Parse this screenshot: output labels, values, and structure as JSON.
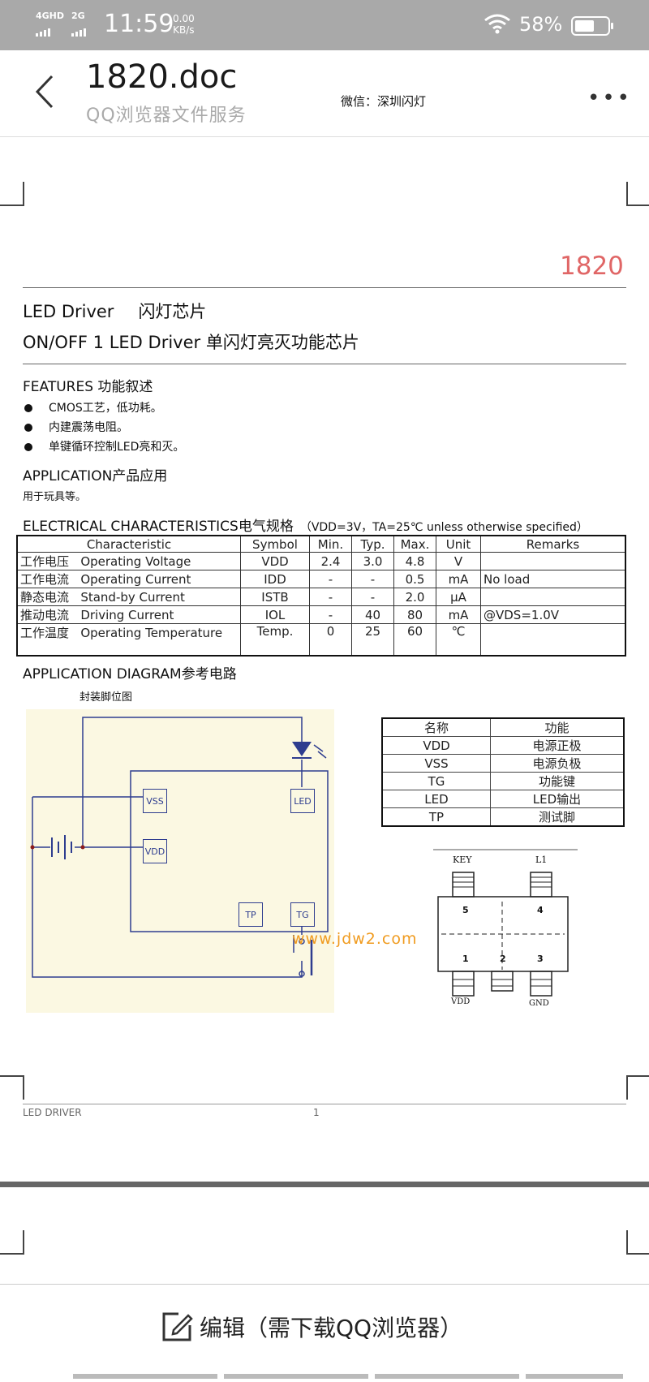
{
  "status_bar": {
    "network1": "4GHD",
    "network2": "2G",
    "time": "11:59",
    "speed_value": "0.00",
    "speed_unit": "KB/s",
    "battery": "58%"
  },
  "header": {
    "title": "1820.doc",
    "subtitle": "QQ浏览器文件服务",
    "wechat": "微信：深圳闪灯",
    "more_label": "•••"
  },
  "doc": {
    "page_label": "1820",
    "title_en": "LED Driver",
    "title_cn": "闪灯芯片",
    "subtitle": "ON/OFF 1 LED Driver  单闪灯亮灭功能芯片",
    "features_heading": "FEATURES  功能叙述",
    "features": [
      "CMOS工艺，低功耗。",
      "内建震荡电阻。",
      "单键循环控制LED亮和灭。"
    ],
    "application_heading": "APPLICATION产品应用",
    "application_text": "用于玩具等。",
    "electrical_heading": "ELECTRICAL CHARACTERISTICS电气规格",
    "electrical_note": "（VDD=3V，TA=25℃ unless otherwise specified）",
    "table_headers": [
      "Characteristic",
      "Symbol",
      "Min.",
      "Typ.",
      "Max.",
      "Unit",
      "Remarks"
    ],
    "table_rows": [
      {
        "cn": "工作电压",
        "en": "Operating Voltage",
        "symbol": "VDD",
        "min": "2.4",
        "typ": "3.0",
        "max": "4.8",
        "unit": "V",
        "remarks": ""
      },
      {
        "cn": "工作电流",
        "en": "Operating Current",
        "symbol": "IDD",
        "min": "-",
        "typ": "-",
        "max": "0.5",
        "unit": "mA",
        "remarks": "No load"
      },
      {
        "cn": "静态电流",
        "en": "Stand-by Current",
        "symbol": "ISTB",
        "min": "-",
        "typ": "-",
        "max": "2.0",
        "unit": "μA",
        "remarks": ""
      },
      {
        "cn": "推动电流",
        "en": "Driving Current",
        "symbol": "IOL",
        "min": "-",
        "typ": "40",
        "max": "80",
        "unit": "mA",
        "remarks": "@VDS=1.0V"
      },
      {
        "cn": "工作温度",
        "en": "Operating Temperature",
        "symbol": "Temp.",
        "min": "0",
        "typ": "25",
        "max": "60",
        "unit": "℃",
        "remarks": ""
      }
    ],
    "diagram_heading": "APPLICATION    DIAGRAM参考电路",
    "package_label": "封装脚位图",
    "circuit_labels": {
      "vss": "VSS",
      "vdd": "VDD",
      "led": "LED",
      "tp": "TP",
      "tg": "TG"
    },
    "pin_headers": [
      "名称",
      "功能"
    ],
    "pin_rows": [
      [
        "VDD",
        "电源正极"
      ],
      [
        "VSS",
        "电源负极"
      ],
      [
        "TG",
        "功能键"
      ],
      [
        "LED",
        "LED输出"
      ],
      [
        "TP",
        "测试脚"
      ]
    ],
    "package_pins": {
      "top_left": "KEY",
      "top_right": "L1",
      "p5": "5",
      "p4": "4",
      "p1": "1",
      "p2": "2",
      "p3": "3",
      "bottom_left": "VDD",
      "bottom_right": "GND"
    },
    "watermark": "www.jdw2.com",
    "footer_left": "LED DRIVER",
    "footer_page": "1"
  },
  "bottom_bar": {
    "edit_label": "编辑（需下载QQ浏览器）"
  }
}
